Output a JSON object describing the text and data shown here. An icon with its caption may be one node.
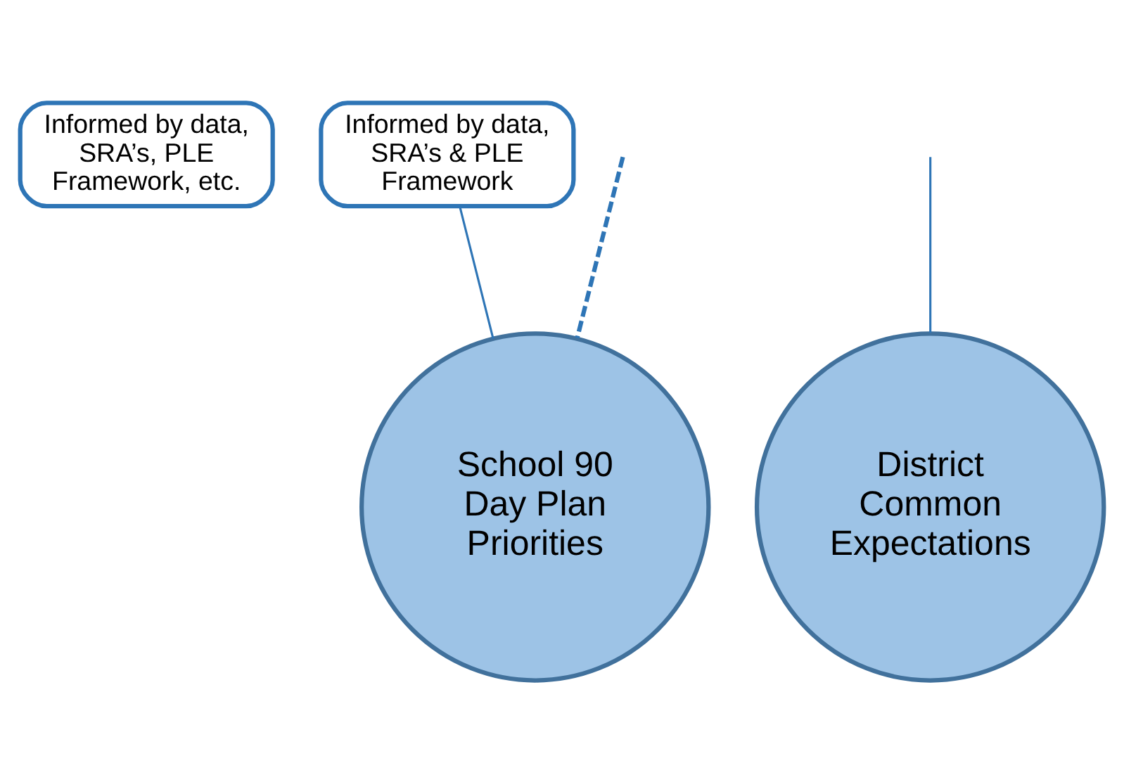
{
  "diagram": {
    "nodes": [
      {
        "text": [
          "Informed by data, SRA’s, PLE Framework, etc."
        ]
      },
      {
        "text": [
          "Informed by data, SRA’s & PLE Framework"
        ]
      },
      {
        "text": [
          "School 90 Day Plan Priorities"
        ]
      },
      {
        "text": [
          "District Common Expectations"
        ]
      }
    ],
    "edges": [
      {
        "from": 2,
        "to": null,
        "arrow": "none",
        "style": "dashed"
      },
      {
        "from": 3,
        "to": null,
        "arrow": "none"
      },
      {
        "from": 1,
        "to": 2,
        "arrow": "none"
      }
    ]
  }
}
